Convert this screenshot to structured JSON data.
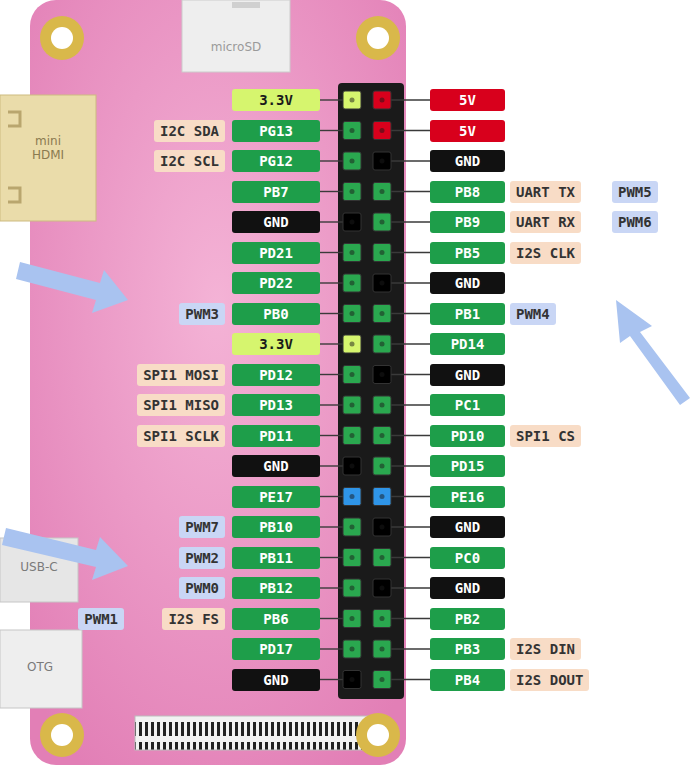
{
  "diagram": {
    "labels": [
      "microSD",
      "mini HDMI",
      "USB-C",
      "OTG",
      "3.3V",
      "5V",
      "I2C SDA",
      "PG13",
      "5V",
      "I2C SCL",
      "PG12",
      "GND",
      "PB7",
      "PB8",
      "UART TX",
      "PWM5",
      "GND",
      "PB9",
      "UART RX",
      "PWM6",
      "PD21",
      "PB5",
      "I2S CLK",
      "PD22",
      "GND",
      "PWM3",
      "PB0",
      "PB1",
      "PWM4",
      "3.3V",
      "PD14",
      "SPI1 MOSI",
      "PD12",
      "GND",
      "SPI1 MISO",
      "PD13",
      "PC1",
      "SPI1 SCLK",
      "PD11",
      "PD10",
      "SPI1 CS",
      "GND",
      "PD15",
      "PE17",
      "PE16",
      "PWM7",
      "PB10",
      "GND",
      "PWM2",
      "PB11",
      "PC0",
      "PWM0",
      "PB12",
      "GND",
      "PWM1",
      "I2S FS",
      "PB6",
      "PB2",
      "PD17",
      "PB3",
      "I2S DIN",
      "GND",
      "PB4",
      "I2S DOUT"
    ]
  }
}
